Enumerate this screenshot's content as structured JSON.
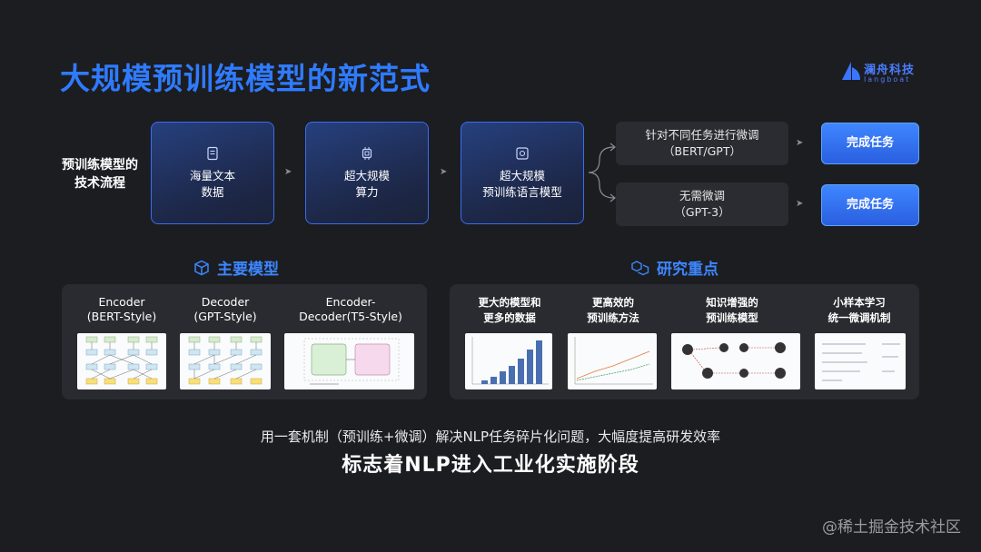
{
  "title": "大规模预训练模型的新范式",
  "logo": {
    "name_cn": "澜舟科技",
    "name_en": "langboat"
  },
  "flow": {
    "label_line1": "预训练模型的",
    "label_line2": "技术流程",
    "steps": [
      {
        "line1": "海量文本",
        "line2": "数据",
        "icon": "document-icon"
      },
      {
        "line1": "超大规模",
        "line2": "算力",
        "icon": "chip-icon"
      },
      {
        "line1": "超大规模",
        "line2": "预训练语言模型",
        "icon": "model-icon"
      }
    ],
    "branches": [
      {
        "line1": "针对不同任务进行微调",
        "line2": "（BERT/GPT）",
        "result": "完成任务"
      },
      {
        "line1": "无需微调",
        "line2": "（GPT-3）",
        "result": "完成任务"
      }
    ]
  },
  "main_models": {
    "title": "主要模型",
    "items": [
      {
        "line1": "Encoder",
        "line2": "(BERT-Style)"
      },
      {
        "line1": "Decoder",
        "line2": "(GPT-Style)"
      },
      {
        "line1": "Encoder-",
        "line2": "Decoder(T5-Style)"
      }
    ]
  },
  "research": {
    "title": "研究重点",
    "items": [
      {
        "line1": "更大的模型和",
        "line2": "更多的数据"
      },
      {
        "line1": "更高效的",
        "line2": "预训练方法"
      },
      {
        "line1": "知识增强的",
        "line2": "预训练模型"
      },
      {
        "line1": "小样本学习",
        "line2": "统一微调机制"
      }
    ]
  },
  "summary": "用一套机制（预训练+微调）解决NLP任务碎片化问题，大幅度提高研发效率",
  "headline": "标志着NLP进入工业化实施阶段",
  "watermark": "@稀土掘金技术社区",
  "colors": {
    "accent": "#2f7bff",
    "background": "#1c1d21",
    "panel": "#2a2b30"
  }
}
